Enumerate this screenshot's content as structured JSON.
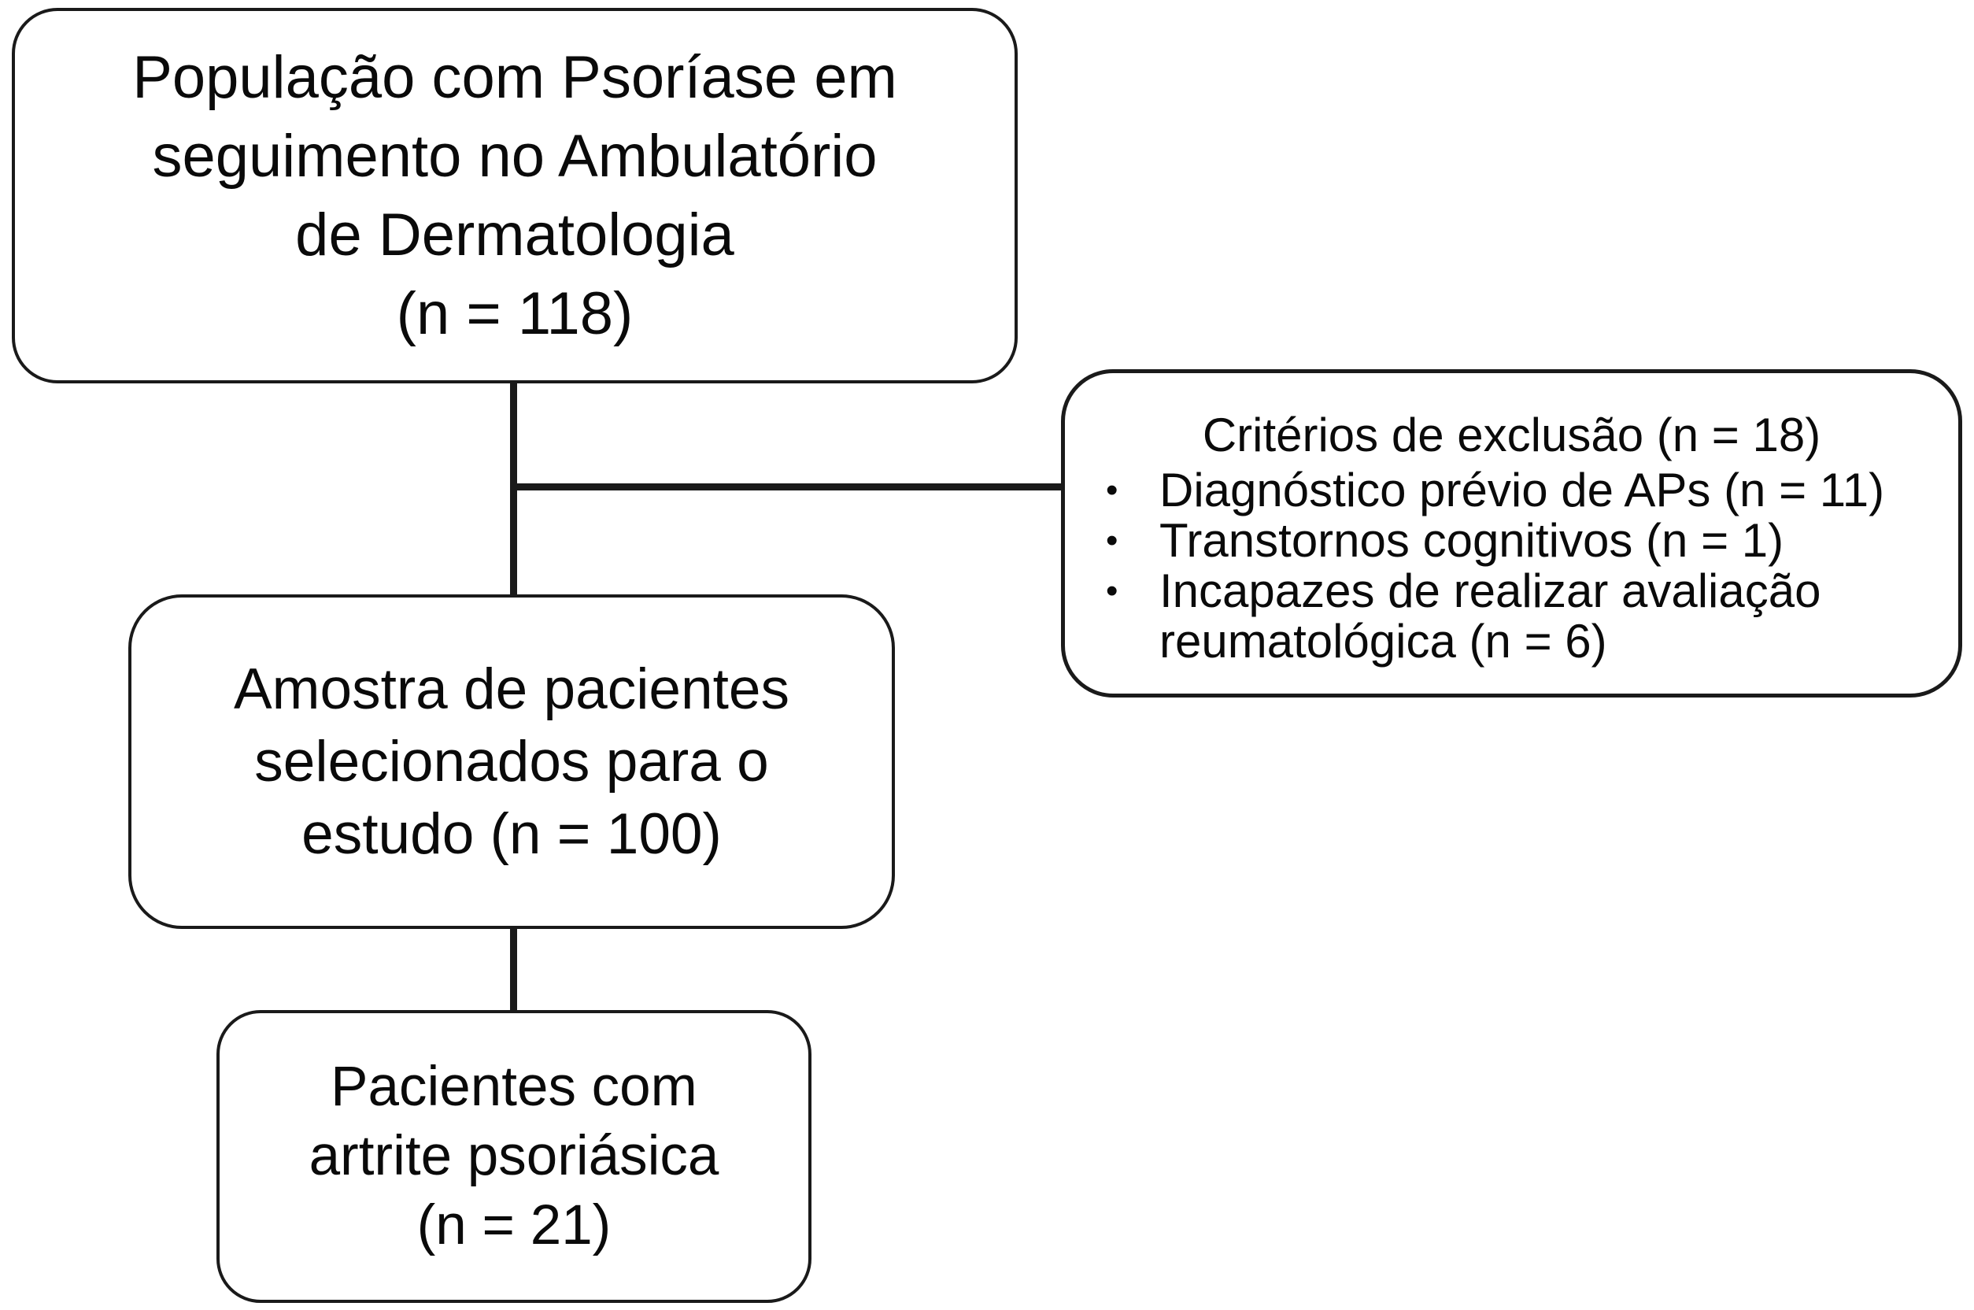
{
  "figure": {
    "type": "study-flow-diagram",
    "language": "pt-BR"
  },
  "colors": {
    "background": "#ffffff",
    "box_fill": "#ffffff",
    "box_border": "#1a1a1a",
    "connector": "#1a1a1a",
    "text": "#0a0a0a"
  },
  "counts": {
    "population": 118,
    "excluded_total": 18,
    "excluded_previous_apso_diagnosis": 11,
    "excluded_cognitive_disorders": 1,
    "excluded_unable_rheumatologic_evaluation": 6,
    "selected_sample": 100,
    "psoriatic_arthritis": 21
  },
  "population_box": {
    "lines": [
      "População com Psoríase em",
      "seguimento no Ambulatório",
      "de Dermatologia",
      "(n = 118)"
    ]
  },
  "exclusion_box": {
    "title": "Critérios de exclusão (n = 18)",
    "bullet_char": "•",
    "items": [
      {
        "lines": [
          "Diagnóstico prévio de APs (n = 11)"
        ]
      },
      {
        "lines": [
          "Transtornos cognitivos (n = 1)"
        ]
      },
      {
        "lines": [
          "Incapazes de realizar avaliação",
          "reumatológica (n = 6)"
        ]
      }
    ]
  },
  "sample_box": {
    "lines": [
      "Amostra de pacientes",
      "selecionados para o",
      "estudo (n = 100)"
    ]
  },
  "psa_box": {
    "lines": [
      "Pacientes com",
      "artrite psoriásica",
      "(n = 21)"
    ]
  }
}
